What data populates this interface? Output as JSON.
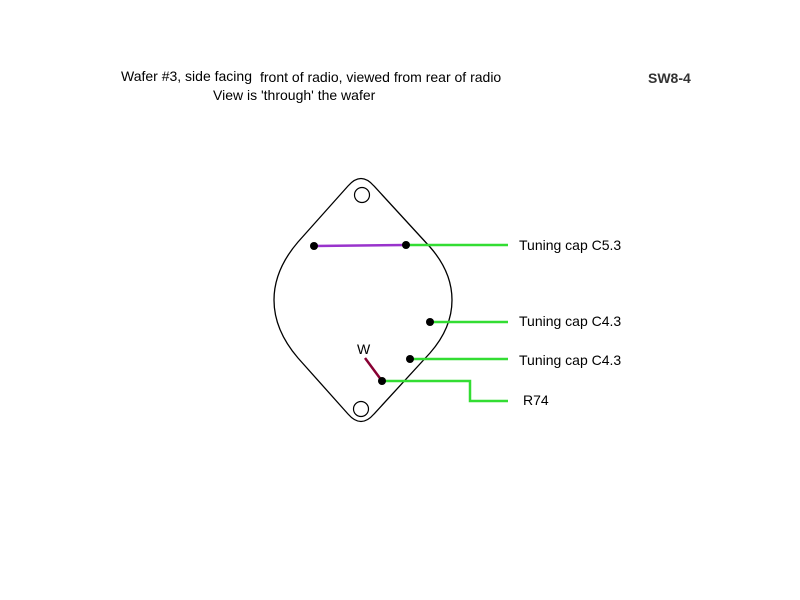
{
  "header": {
    "title_part1": "Wafer #3, side facing",
    "title_part2": "front of radio, viewed from rear of radio",
    "title_line2": "View is 'through' the wafer",
    "sheet_id": "SW8-4"
  },
  "labels": {
    "c53": "Tuning cap C5.3",
    "c43_upper": "Tuning cap C4.3",
    "c43_lower": "Tuning cap C4.3",
    "r74": "R74",
    "wiper": "W"
  },
  "colors": {
    "outline": "#000000",
    "green_wire": "#33dd33",
    "purple_jumper": "#9933cc",
    "wiper_lead": "#880033",
    "terminal": "#000000"
  }
}
